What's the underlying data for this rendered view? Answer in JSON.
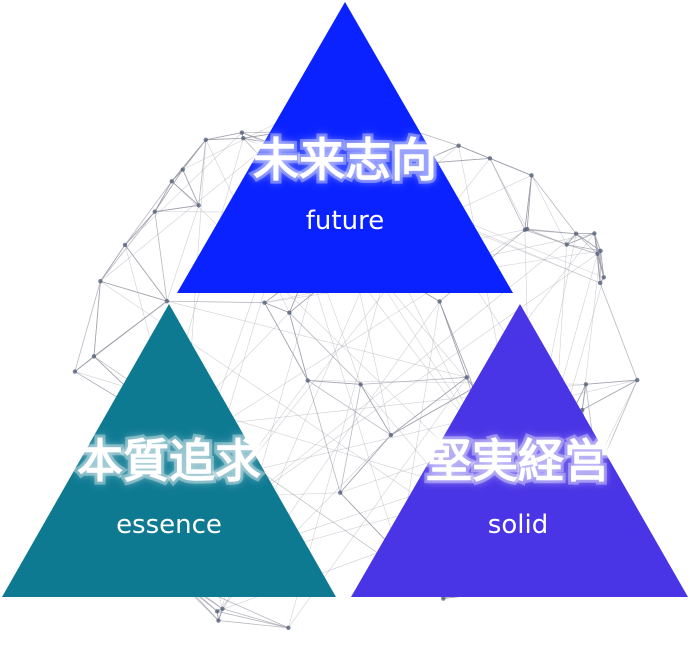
{
  "triangles": {
    "top": {
      "title": "未来志向",
      "subtitle": "future",
      "color": "#0a22ff"
    },
    "left": {
      "title": "本質追求",
      "subtitle": "essence",
      "color": "#0e7a92"
    },
    "right": {
      "title": "堅実経営",
      "subtitle": "solid",
      "color": "#4a35e6"
    }
  },
  "background": {
    "graphic": "wireframe-polyhedron-sphere",
    "line_color": "#9a9aa6",
    "node_color": "#55607a"
  }
}
